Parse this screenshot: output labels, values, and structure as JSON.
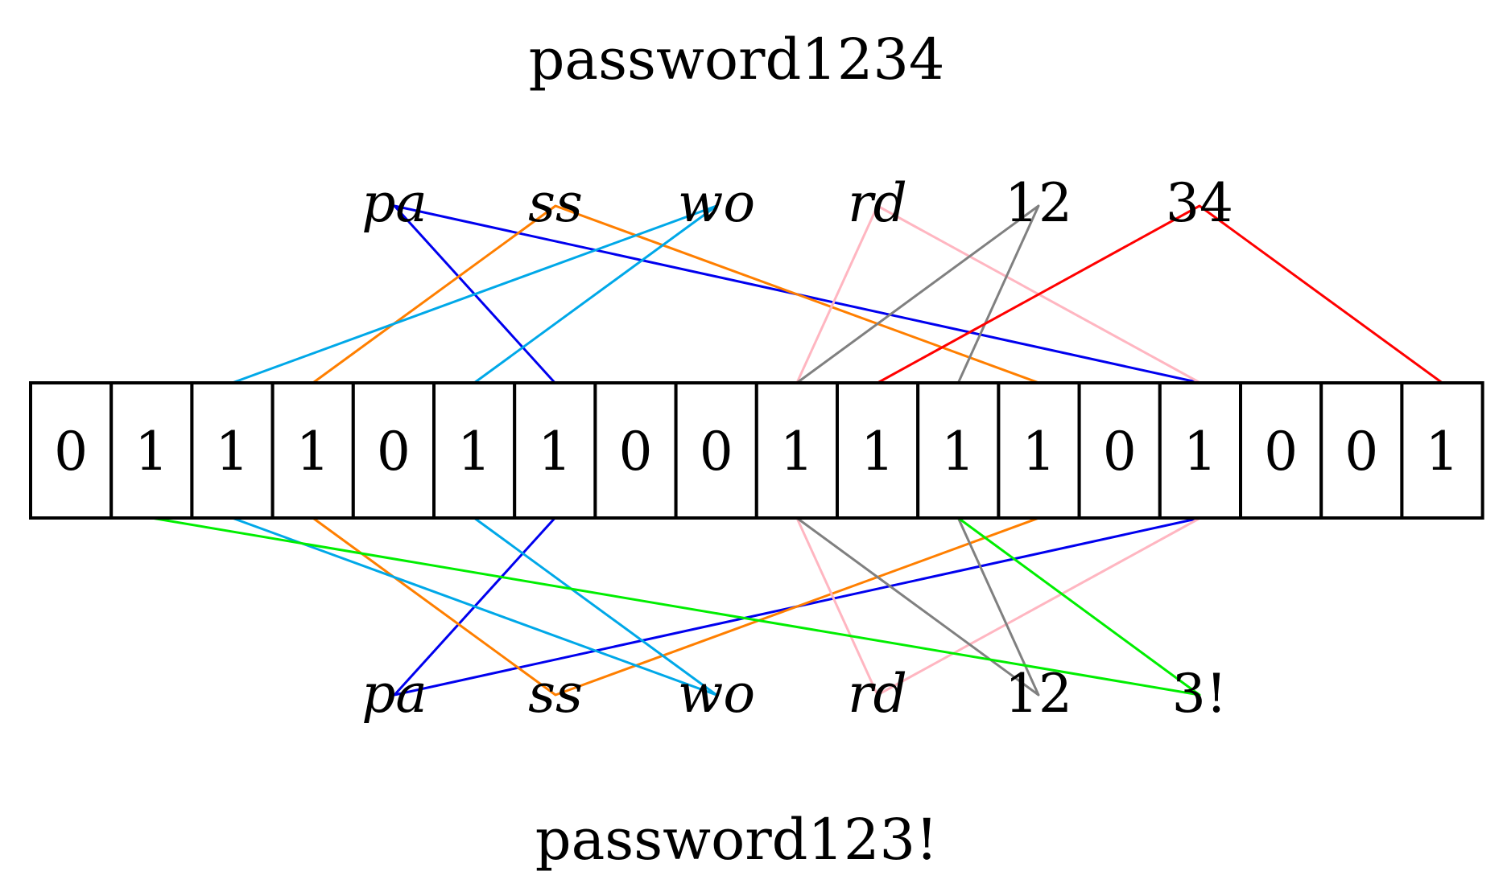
{
  "top": {
    "title": "password1234",
    "tokens": [
      {
        "text": "pa",
        "italic": true,
        "color": "#0000ee",
        "targets": [
          6,
          14
        ]
      },
      {
        "text": "ss",
        "italic": true,
        "color": "#ff7f00",
        "targets": [
          3,
          12
        ]
      },
      {
        "text": "wo",
        "italic": true,
        "color": "#00a8e8",
        "targets": [
          2,
          5
        ]
      },
      {
        "text": "rd",
        "italic": true,
        "color": "#ffb6c1",
        "targets": [
          9,
          14
        ]
      },
      {
        "text": "12",
        "italic": false,
        "color": "#808080",
        "targets": [
          9,
          11
        ]
      },
      {
        "text": "34",
        "italic": false,
        "color": "#ff0000",
        "targets": [
          10,
          17
        ]
      }
    ]
  },
  "bottom": {
    "title": "password123!",
    "tokens": [
      {
        "text": "pa",
        "italic": true,
        "color": "#0000ee",
        "targets": [
          6,
          14
        ]
      },
      {
        "text": "ss",
        "italic": true,
        "color": "#ff7f00",
        "targets": [
          3,
          12
        ]
      },
      {
        "text": "wo",
        "italic": true,
        "color": "#00a8e8",
        "targets": [
          2,
          5
        ]
      },
      {
        "text": "rd",
        "italic": true,
        "color": "#ffb6c1",
        "targets": [
          9,
          14
        ]
      },
      {
        "text": "12",
        "italic": false,
        "color": "#808080",
        "targets": [
          9,
          11
        ]
      },
      {
        "text": "3!",
        "italic": false,
        "color": "#00ee00",
        "targets": [
          1,
          11
        ]
      }
    ]
  },
  "bits": [
    "0",
    "1",
    "1",
    "1",
    "0",
    "1",
    "1",
    "0",
    "0",
    "1",
    "1",
    "1",
    "1",
    "0",
    "1",
    "0",
    "0",
    "1"
  ]
}
